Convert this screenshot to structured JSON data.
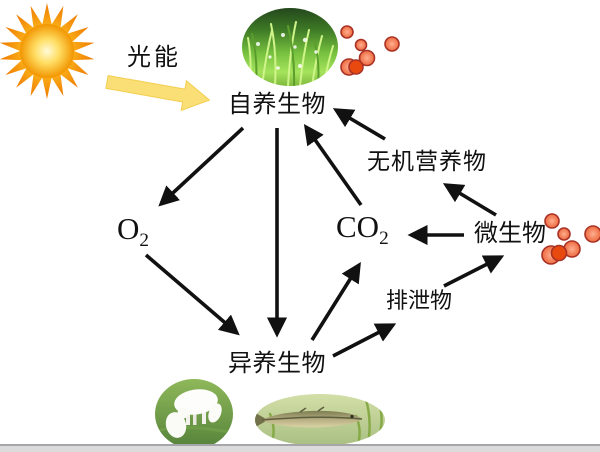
{
  "nodes": {
    "light_energy": {
      "label": "光能"
    },
    "autotroph": {
      "label": "自养生物"
    },
    "o2": {
      "base": "O",
      "sub": "2"
    },
    "co2": {
      "base": "CO",
      "sub": "2"
    },
    "inorganic_nutrients": {
      "label": "无机营养物"
    },
    "microbes": {
      "label": "微生物"
    },
    "excreta": {
      "label": "排泄物"
    },
    "heterotroph": {
      "label": "异养生物"
    }
  },
  "edges": [
    {
      "from": "sun",
      "to": "autotroph",
      "label": "光能",
      "style": "yellow-block-arrow"
    },
    {
      "from": "autotroph",
      "to": "o2"
    },
    {
      "from": "autotroph",
      "to": "heterotroph"
    },
    {
      "from": "o2",
      "to": "heterotroph"
    },
    {
      "from": "co2",
      "to": "autotroph"
    },
    {
      "from": "inorganic_nutrients",
      "to": "autotroph"
    },
    {
      "from": "heterotroph",
      "to": "co2"
    },
    {
      "from": "heterotroph",
      "to": "excreta"
    },
    {
      "from": "excreta",
      "to": "microbes"
    },
    {
      "from": "microbes",
      "to": "co2"
    },
    {
      "from": "microbes",
      "to": "inorganic_nutrients"
    }
  ],
  "illustrations": {
    "sun": "sun-starburst-icon",
    "autotroph_photo": "grass-photo",
    "heterotroph_photo_left": "goat-photo",
    "heterotroph_photo_right": "fish-photo",
    "microbe_dots_top": "orange-microbe-cluster",
    "microbe_dots_right": "orange-microbe-cluster"
  },
  "colors": {
    "text": "#111111",
    "arrow": "#111111",
    "energy_arrow": "#F9DF76",
    "sun_core": "#FFDE64",
    "sun_rays": "#EE7A00",
    "microbe_fill": "#F4845F",
    "microbe_stroke": "#A93226",
    "footer_bar": "#DBDBDB"
  }
}
